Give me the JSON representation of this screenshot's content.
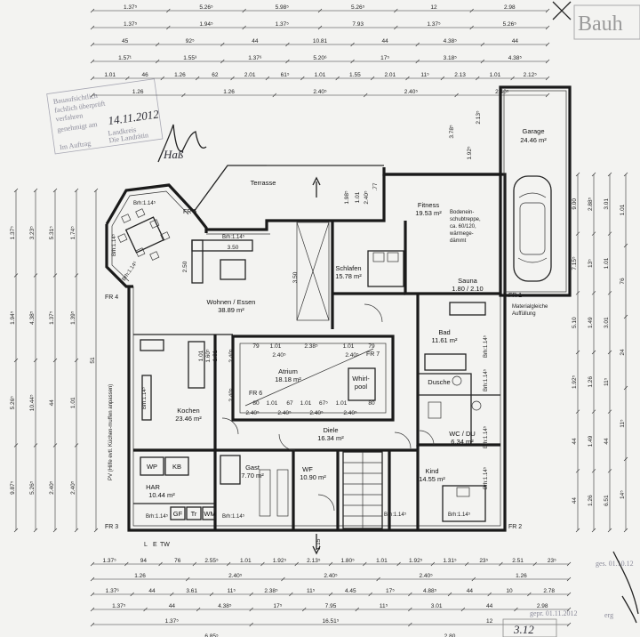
{
  "stamps": {
    "bauh": "Bauh",
    "approval_lines": [
      "Bauaufsichtlich",
      "fachlich überprüft",
      "verfahren",
      "genehmigt am",
      "Landkreis",
      "Die Landrätin",
      "Im Auftrag"
    ],
    "approval_date": "14.11.2012",
    "signature": "Haß",
    "gepr_bottom": "gepr. 01.11.2012",
    "gepr_right": "ges. 01.10.12",
    "page_ref": "3.12",
    "erg": "erg"
  },
  "rooms": {
    "terrasse": "Terrasse",
    "fitness": "Fitness",
    "fitness_area": "19.53 m²",
    "fitness_note": [
      "Bodenein-",
      "schubtreppe,",
      "ca. 60/120,",
      "wärmege-",
      "dämmt"
    ],
    "garage": "Garage",
    "garage_area": "24.46 m²",
    "schlafen": "Schlafen",
    "schlafen_area": "15.78 m²",
    "sauna": "Sauna",
    "sauna_area": "1.80 / 2.10",
    "wohnen": "Wohnen / Essen",
    "wohnen_area": "38.89 m²",
    "bad": "Bad",
    "bad_area": "11.61 m²",
    "atrium": "Atrium",
    "atrium_area": "18.18 m²",
    "whirlpool": [
      "Whirl-",
      "pool"
    ],
    "dusche": "Dusche",
    "kochen": "Kochen",
    "kochen_area": "23.46 m²",
    "diele": "Diele",
    "diele_area": "16.34 m²",
    "wc_du": "WC / DU",
    "wc_du_area": "6.34 m²",
    "gast": "Gast",
    "gast_area": "7.70 m²",
    "wf": "WF",
    "wf_area": "10.90 m²",
    "kind": "Kind",
    "kind_area": "14.55 m²",
    "har": "HAR",
    "har_area": "10.44 m²",
    "wp": "WP",
    "kb": "KB",
    "gf": "GF",
    "tr": "Tr",
    "wm": "WM",
    "materials": [
      "Materialgleiche",
      "Auffüllung"
    ],
    "pv_note": "PV (Hilfe evtl. Küchen-muffen anpassen)"
  },
  "window_tags": {
    "fr1": "FR 1",
    "fr2": "FR 2",
    "fr3": "FR 3",
    "fr4": "FR 4",
    "fr5": "FR 5",
    "fr6": "FR 6",
    "fr7": "FR 7",
    "brh_114": "Brh:1.14⁵",
    "brh_114b": "Brh:1.14",
    "l_e_tw": [
      "L",
      "E",
      "TW"
    ]
  },
  "dims_top": [
    [
      "1.37⁵",
      "5.26⁵",
      "5.98⁵",
      "5.26⁵",
      "12",
      "2.98"
    ],
    [
      "1.37⁵",
      "1.94⁵",
      "1.37⁵",
      "7.93",
      "1.37⁵",
      "5.26⁵"
    ],
    [
      "45",
      "92⁵",
      "44",
      "10.81",
      "44",
      "4.38⁵",
      "44"
    ],
    [
      "1.57¹",
      "1.55³",
      "1.37⁶",
      "5.20⁶",
      "17⁵",
      "3.18⁵",
      "4.38⁵"
    ],
    [
      "1.01",
      "46",
      "1.26",
      "62",
      "2.01",
      "61⁵",
      "1.01",
      "1.55",
      "2.01",
      "11⁵",
      "2.13",
      "1.01",
      "2.12⁵"
    ],
    [
      "1.26",
      "1.26",
      "2.40⁵",
      "2.40⁵",
      "2.40⁵"
    ]
  ],
  "dims_bottom": [
    [
      "1.37⁵",
      "94",
      "76",
      "2.55⁵",
      "1.01",
      "1.92⁵",
      "2.13⁵",
      "1.80⁵",
      "1.01",
      "1.92⁵",
      "1.31⁵",
      "23⁵",
      "2.51",
      "23⁵"
    ],
    [
      "1.26",
      "2.40⁵",
      "2.40⁵",
      "2.40⁵",
      "1.26"
    ],
    [
      "1.37⁶",
      "44",
      "3.61",
      "11⁵",
      "2.38⁵",
      "11⁵",
      "4.45",
      "17⁵",
      "4.88⁵",
      "44",
      "10",
      "2.78"
    ],
    [
      "1.37⁵",
      "44",
      "4.38⁵",
      "17⁵",
      "7.95",
      "11⁵",
      "3.01",
      "44",
      "2.98"
    ],
    [
      "1.37⁵",
      "16.51⁵",
      "12"
    ],
    [
      "6.85⁵",
      "2.80"
    ]
  ],
  "dims_left": [
    "1.37⁵",
    "1.94⁵",
    "5.26⁵",
    "9.87⁵",
    "3.23⁵",
    "4.38⁵",
    "10.44⁵",
    "5.26⁵",
    "5.31⁵",
    "1.37⁵",
    "44",
    "2.40⁵",
    "1.74⁵",
    "1.39⁵",
    "1.01",
    "2.40⁵",
    "51"
  ],
  "dims_right": [
    "9.00",
    "7.15⁵",
    "5.10",
    "1.92⁵",
    "44",
    "44",
    "2.88⁵",
    "13⁵",
    "1.49",
    "1.26",
    "1.49",
    "1.26",
    "3.01",
    "1.01",
    "3.01",
    "11⁵",
    "44",
    "6.51",
    "1.01",
    "76",
    "24",
    "11⁵",
    "14⁵"
  ],
  "dims_inner": {
    "terrace_h": "2.50",
    "living_w": "3.50",
    "schlafen_w": "3.50",
    "fit_h1": "1.98⁵",
    "fit_h2": "1.01",
    "fit_h3": "2.40⁵",
    "fit_h4": ".77",
    "garage_h1": "3.78⁵",
    "garage_h2": "2.13⁵",
    "garage_h3": "1.92⁵",
    "atrium_top": [
      "79",
      "1.01",
      "2.38⁵",
      "1.01",
      "79"
    ],
    "atrium_row1": [
      "2.40⁵",
      "2.40⁵"
    ],
    "atrium_bot": [
      "80",
      "1.01",
      "67",
      "1.01",
      "67⁵",
      "1.01",
      "80"
    ],
    "atrium_row2": [
      "2.40⁵",
      "2.40⁵",
      "2.40⁵",
      "2.40⁵"
    ],
    "kochen_v": [
      "1.01",
      "1.60⁵",
      "1.01",
      "2.40⁵",
      "2.40⁵"
    ],
    "wf_v": "1.15"
  }
}
